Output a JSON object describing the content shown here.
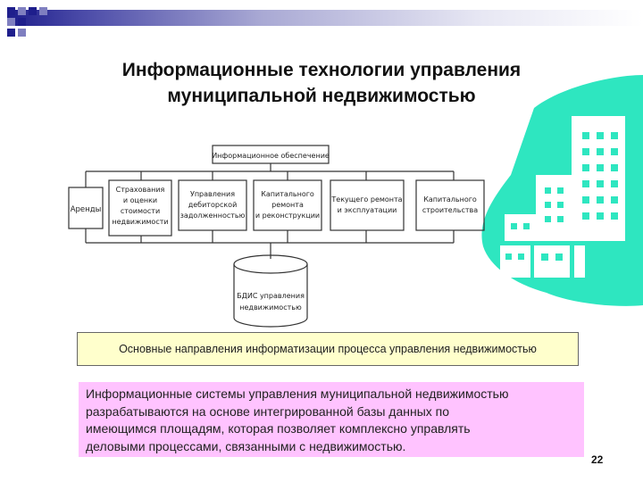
{
  "slide": {
    "title_lines": [
      "Информационные технологии управления",
      "муниципальной недвижимостью"
    ],
    "page_number": "22"
  },
  "diagram": {
    "root": "Информационное обеспечение",
    "branches": [
      [
        "Аренды"
      ],
      [
        "Страхования",
        "и оценки",
        "стоимости",
        "недвижимости"
      ],
      [
        "Управления",
        "дебиторской",
        "задолженностью"
      ],
      [
        "Капитального",
        "ремонта",
        "и реконструкции"
      ],
      [
        "Текущего ремонта",
        "и эксплуатации"
      ],
      [
        "Капитального",
        "строительства"
      ]
    ],
    "database_lines": [
      "БДИС управления",
      "недвижимостью"
    ]
  },
  "caption": "Основные направления информатизации процесса управления недвижимостью",
  "description_lines": [
    "Информационные системы управления муниципальной недвижимостью",
    "разрабатываются на основе интегрированной базы данных по",
    "имеющимся площадям, которая позволяет комплексно управлять",
    "деловыми процессами, связанными с недвижимостью."
  ],
  "colors": {
    "accent_navy": "#1e1e8c",
    "building_teal": "#2ee6c0",
    "caption_background": "#ffffcc",
    "description_background": "#ffc3ff"
  },
  "icons": {
    "building": "building-illustration"
  }
}
